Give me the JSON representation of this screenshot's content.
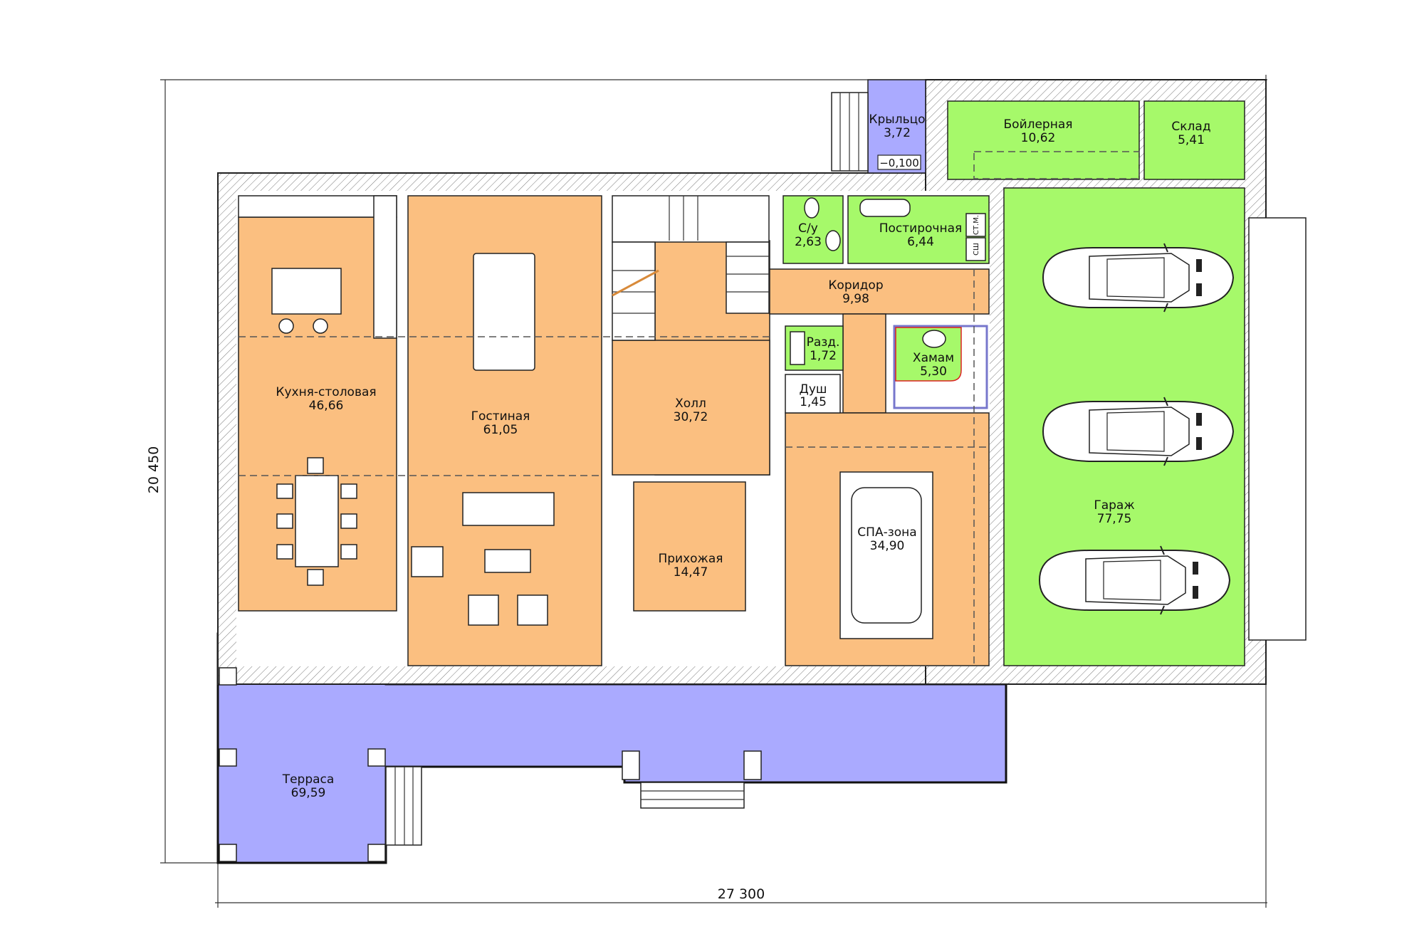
{
  "colors": {
    "living": "#fbbf80",
    "service": "#a6f96a",
    "outdoor": "#aaaaff",
    "wall_hatch": "#777777"
  },
  "dimensions": {
    "width": "27 300",
    "height": "20 450"
  },
  "level_mark": "−0,100",
  "rooms": {
    "kitchen": {
      "name": "Кухня-столовая",
      "area": "46,66"
    },
    "living": {
      "name": "Гостиная",
      "area": "61,05"
    },
    "hall": {
      "name": "Холл",
      "area": "30,72"
    },
    "entry": {
      "name": "Прихожая",
      "area": "14,47"
    },
    "corridor": {
      "name": "Коридор",
      "area": "9,98"
    },
    "wc": {
      "name": "С/у",
      "area": "2,63"
    },
    "laundry": {
      "name": "Постирочная",
      "area": "6,44"
    },
    "boiler": {
      "name": "Бойлерная",
      "area": "10,62"
    },
    "storage": {
      "name": "Склад",
      "area": "5,41"
    },
    "porch": {
      "name": "Крыльцо",
      "area": "3,72"
    },
    "changing": {
      "name": "Разд.",
      "area": "1,72"
    },
    "shower": {
      "name": "Душ",
      "area": "1,45"
    },
    "hammam": {
      "name": "Хамам",
      "area": "5,30"
    },
    "spa": {
      "name": "СПА-зона",
      "area": "34,90"
    },
    "garage": {
      "name": "Гараж",
      "area": "77,75"
    },
    "terrace": {
      "name": "Терраса",
      "area": "69,59"
    }
  },
  "appliance_labels": {
    "washer": "СТ.М.",
    "dryer": "СШ"
  }
}
